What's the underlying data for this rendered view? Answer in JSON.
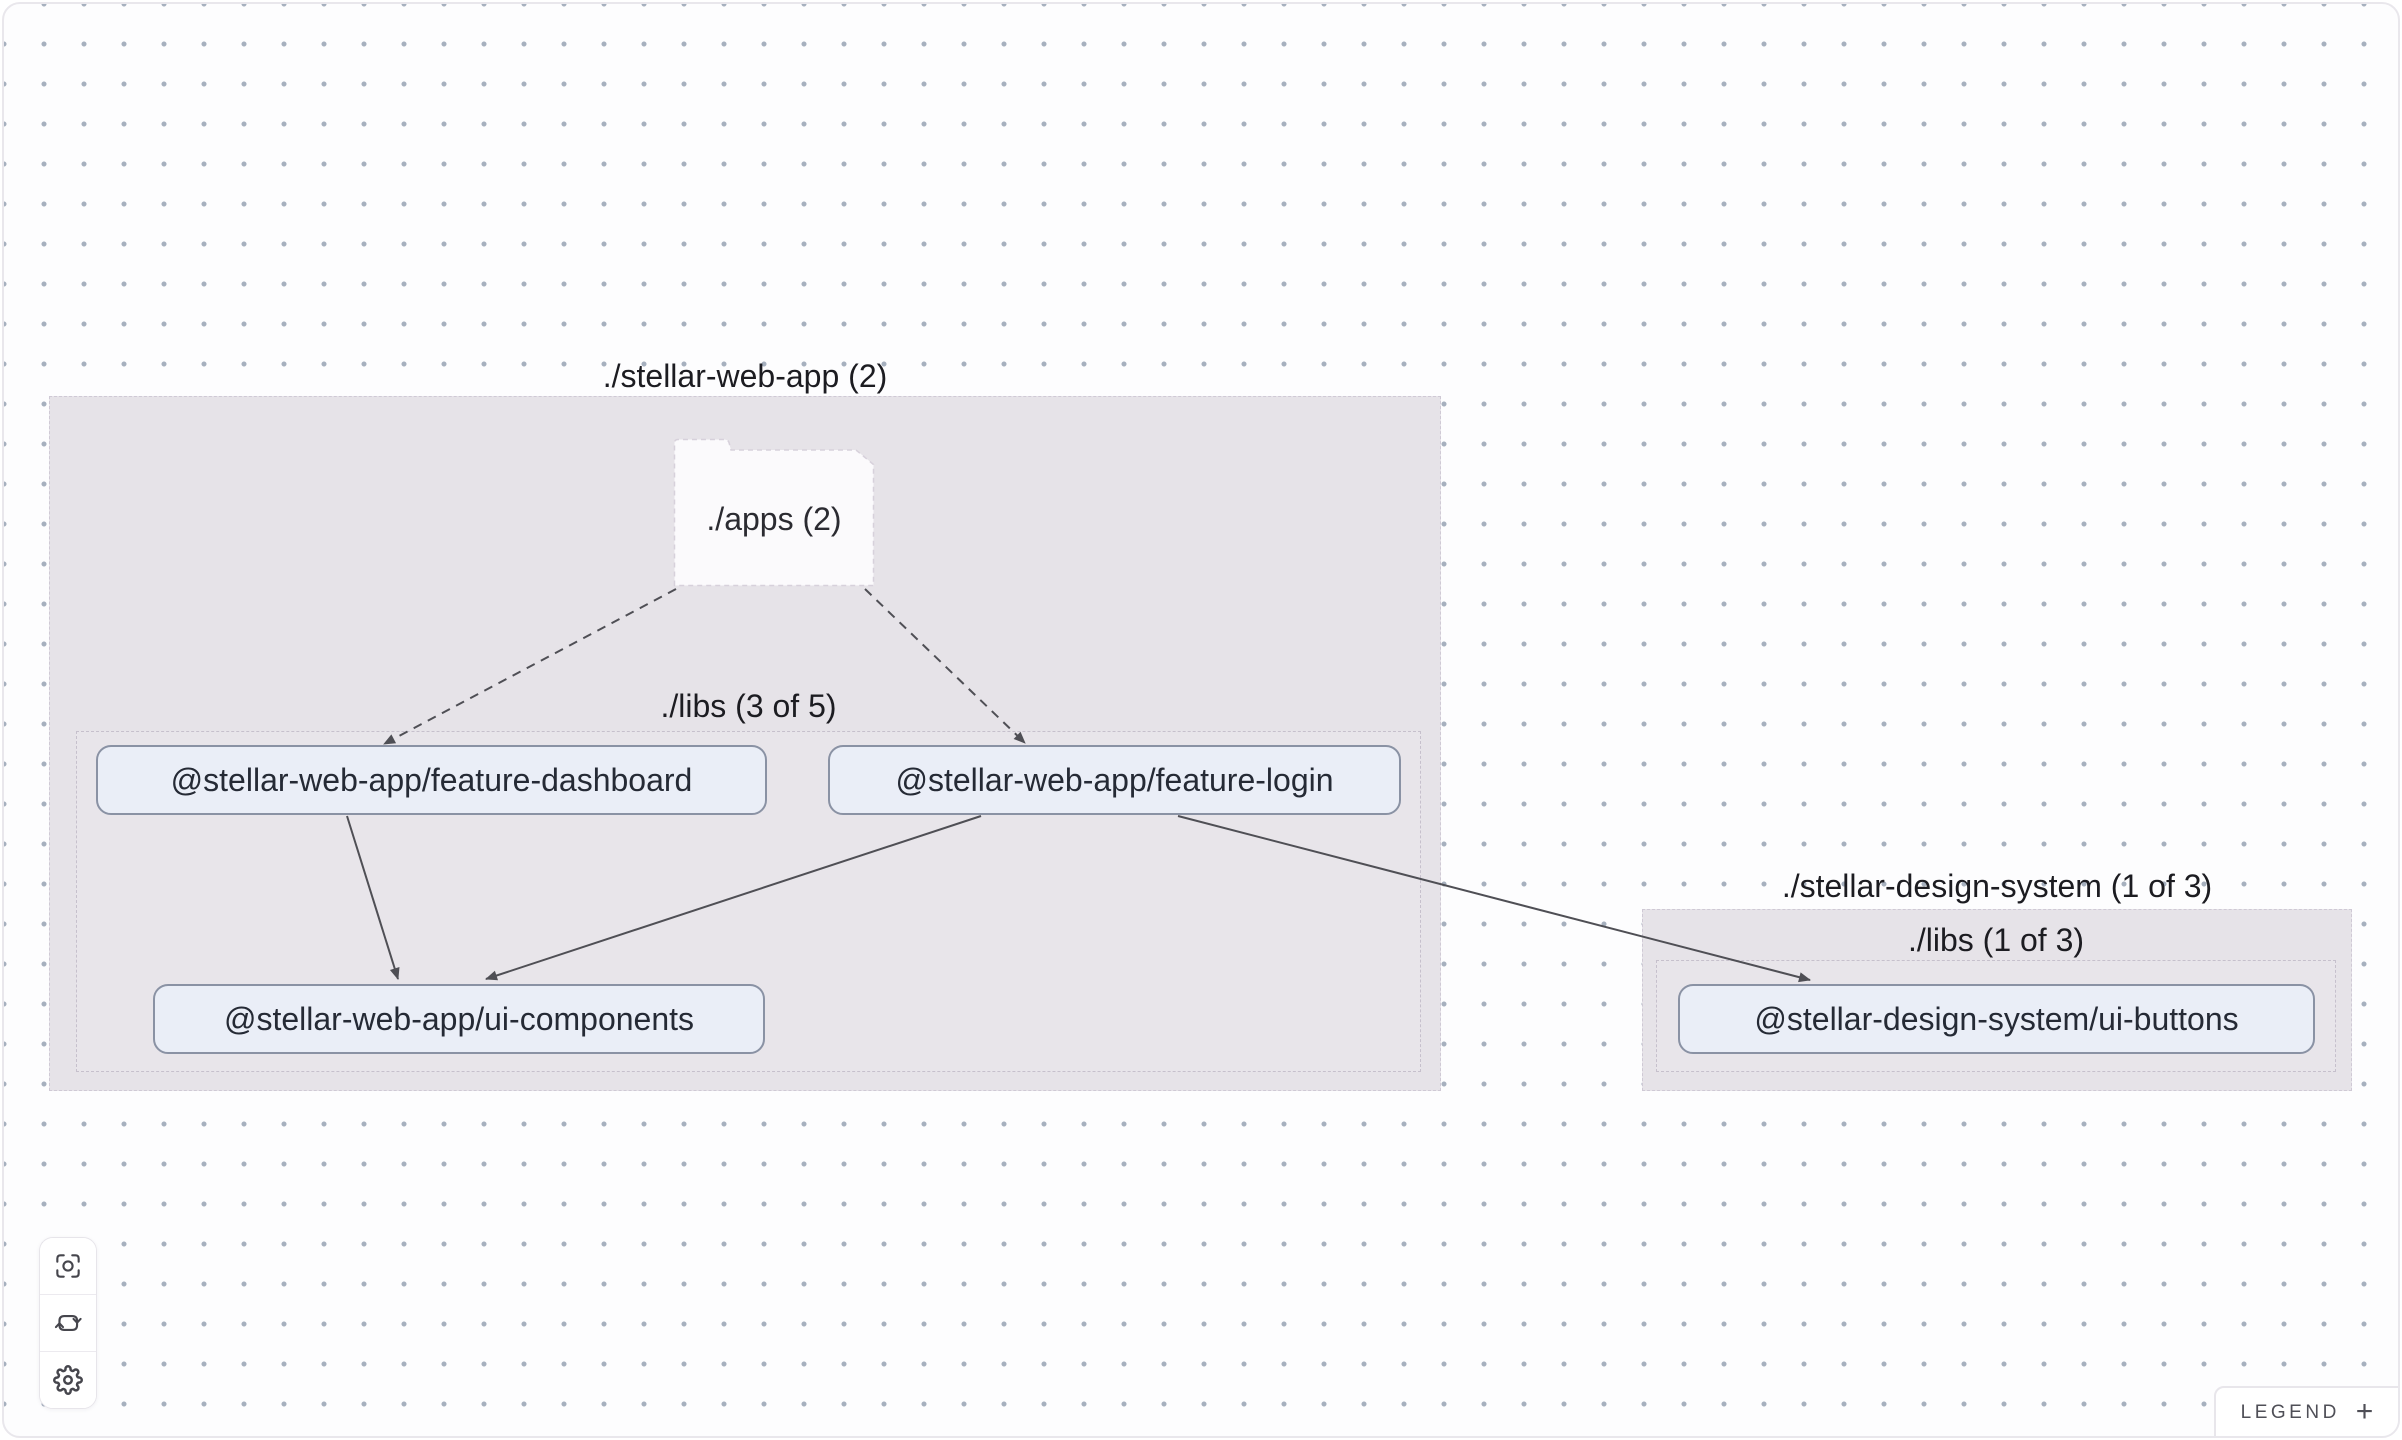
{
  "colors": {
    "canvas_bg": "#fdfdfe",
    "grid_dot": "#a6b0be",
    "group_bg": "#e6e3e8",
    "group_border": "#cfc9d5",
    "folder_bg": "#fbfafc",
    "node_bg": "#eaeef7",
    "node_border": "#8a92a4",
    "node_text": "#252a35",
    "edge": "#4f4f55",
    "panel_bg": "#ffffff",
    "icon": "#46464d"
  },
  "groups": [
    {
      "title": "./stellar-web-app (2)",
      "folder": {
        "label": "./apps (2)"
      },
      "subgroup": {
        "label": "./libs (3 of 5)"
      },
      "nodes": [
        {
          "label": "@stellar-web-app/feature-dashboard"
        },
        {
          "label": "@stellar-web-app/feature-login"
        },
        {
          "label": "@stellar-web-app/ui-components"
        }
      ]
    },
    {
      "title": "./stellar-design-system (1 of 3)",
      "subgroup": {
        "label": "./libs (1 of 3)"
      },
      "nodes": [
        {
          "label": "@stellar-design-system/ui-buttons"
        }
      ]
    }
  ],
  "edges": [
    {
      "source": "./apps",
      "target": "@stellar-web-app/feature-dashboard",
      "style": "dashed"
    },
    {
      "source": "./apps",
      "target": "@stellar-web-app/feature-login",
      "style": "dashed"
    },
    {
      "source": "@stellar-web-app/feature-dashboard",
      "target": "@stellar-web-app/ui-components",
      "style": "solid"
    },
    {
      "source": "@stellar-web-app/feature-login",
      "target": "@stellar-web-app/ui-components",
      "style": "solid"
    },
    {
      "source": "@stellar-web-app/feature-login",
      "target": "@stellar-design-system/ui-buttons",
      "style": "solid"
    }
  ],
  "controls": {
    "buttons": [
      {
        "icon": "focus-icon"
      },
      {
        "icon": "refresh-icon"
      },
      {
        "icon": "settings-icon"
      }
    ]
  },
  "legend": {
    "label": "LEGEND",
    "toggle": "+"
  }
}
